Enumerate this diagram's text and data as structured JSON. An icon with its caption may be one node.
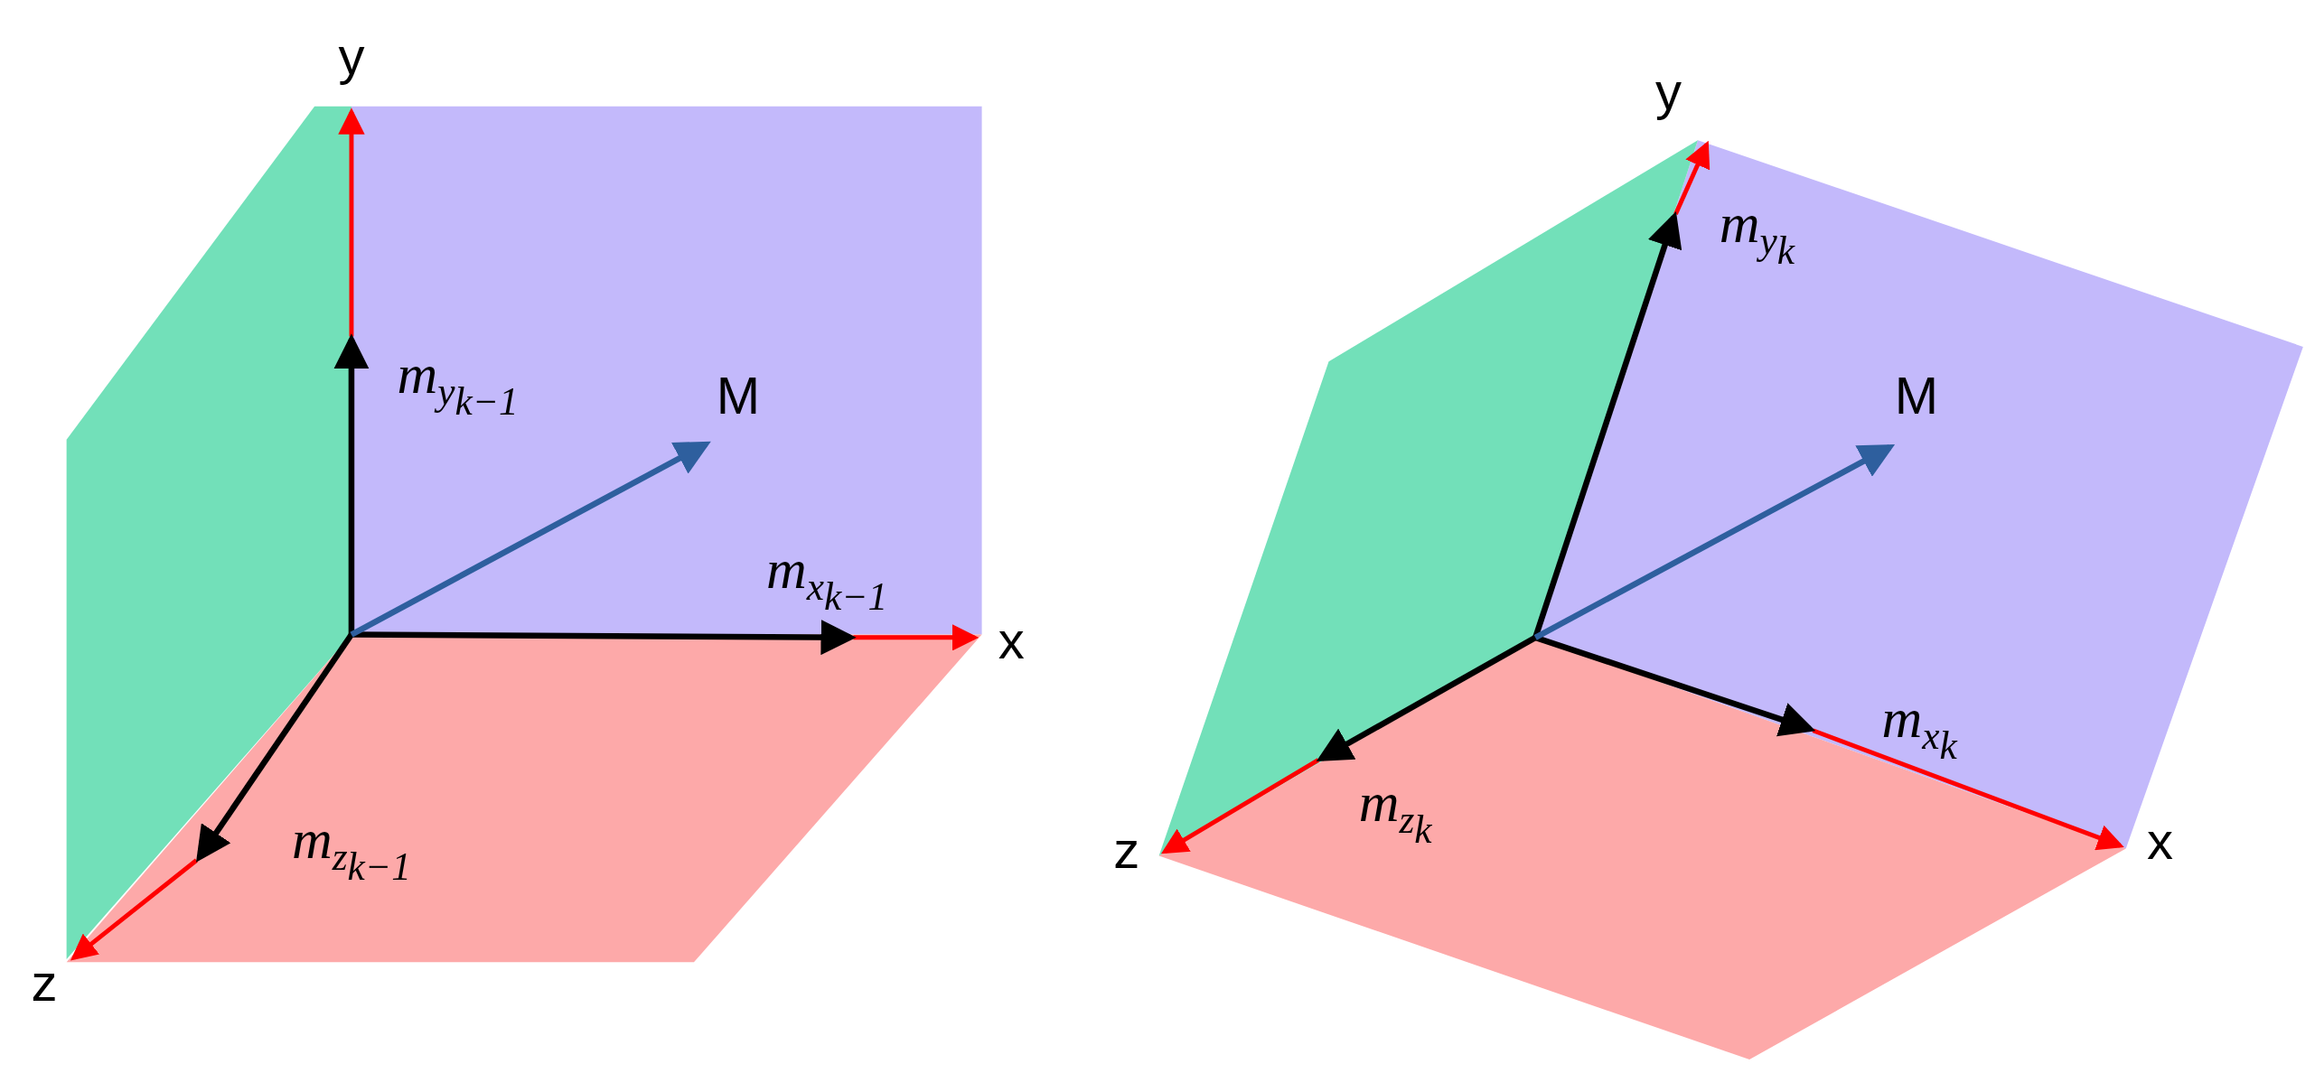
{
  "diagram": {
    "labels": [
      "y",
      "m$_{y}$$_{k−1}$",
      "M",
      "m$_{x}$$_{k−1}$",
      "x",
      "m$_{z}$$_{k−1}$",
      "z",
      "y",
      "m$_{y}$$_{k}$",
      "M",
      "m$_{x}$$_{k}$",
      "z",
      "m$_{z}$$_{k}$",
      "x"
    ]
  }
}
